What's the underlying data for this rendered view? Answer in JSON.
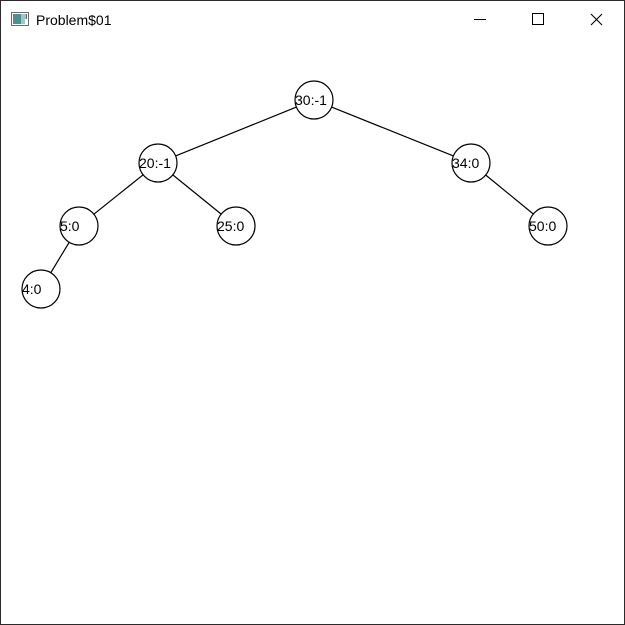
{
  "window": {
    "title": "Problem$01",
    "icon": "java-window-icon",
    "controls": {
      "minimize_icon": "minimize-icon",
      "maximize_icon": "maximize-icon",
      "close_icon": "close-icon"
    }
  },
  "tree": {
    "nodes": [
      {
        "id": "n30",
        "label": "30:-1",
        "parent": null
      },
      {
        "id": "n20",
        "label": "20:-1",
        "parent": "n30"
      },
      {
        "id": "n34",
        "label": "34:0",
        "parent": "n30"
      },
      {
        "id": "n5",
        "label": "5:0",
        "parent": "n20"
      },
      {
        "id": "n25",
        "label": "25:0",
        "parent": "n20"
      },
      {
        "id": "n50",
        "label": "50:0",
        "parent": "n34"
      },
      {
        "id": "n4",
        "label": "4:0",
        "parent": "n5"
      }
    ]
  },
  "colors": {
    "stroke": "#000000",
    "node_fill": "#ffffff"
  }
}
